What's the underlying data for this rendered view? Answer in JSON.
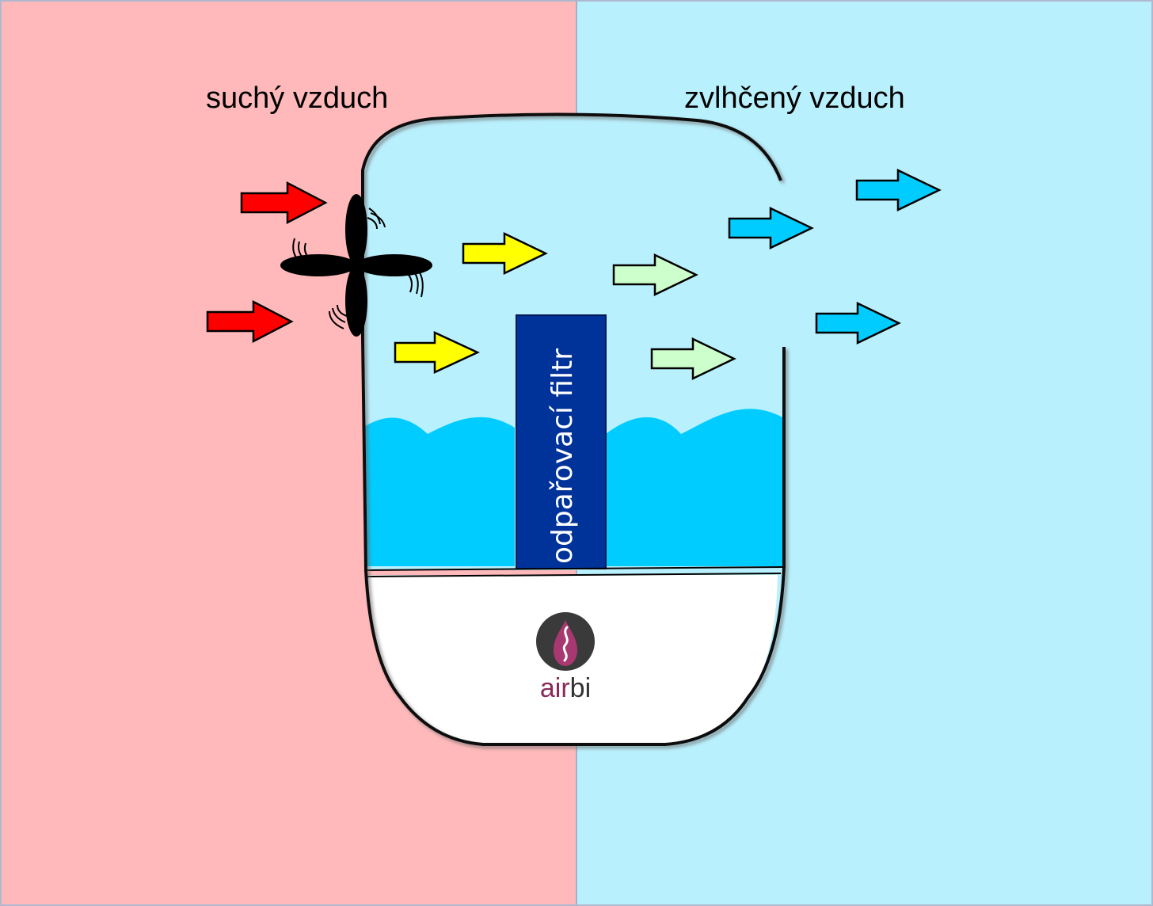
{
  "labels": {
    "dry_air": "suchý vzduch",
    "humidified_air": "zvlhčený vzduch",
    "filter": "odpařovací filtr"
  },
  "logo": {
    "text_air": "air",
    "text_bi": "bi",
    "text_color": "#8b2a5a",
    "circle_color": "#3a3a3a",
    "flame_color": "#a83870"
  },
  "colors": {
    "dry_side_bg": "#ffb9ba",
    "humid_side_bg": "#b9f0fd",
    "device_inside": "#b9f0fd",
    "water": "#00ccff",
    "filter": "#003399",
    "base": "#ffffff",
    "fan": "#000000",
    "arrow_dry": "#ff0000",
    "arrow_inlet": "#ffff00",
    "arrow_mid": "#ccffcc",
    "arrow_out": "#00ccff"
  },
  "icons": {
    "fan": "fan-icon",
    "arrow": "arrow-right-icon",
    "logo": "airbi-flame-logo"
  }
}
